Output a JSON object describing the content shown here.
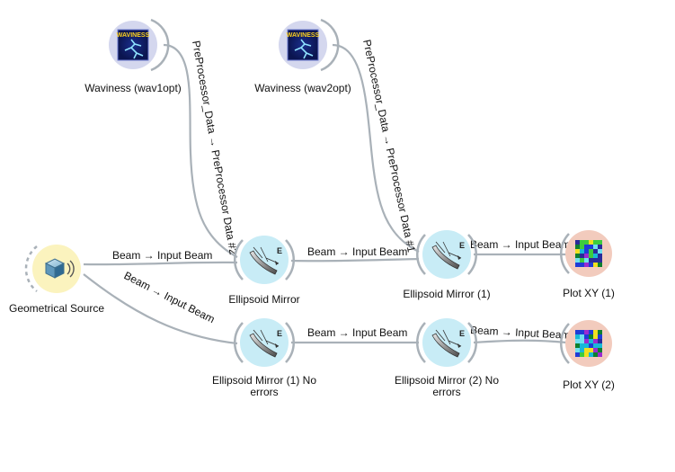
{
  "nodes": {
    "waviness1": {
      "label_lines": [
        "Waviness (wav1opt)"
      ],
      "icon": "waviness-icon",
      "icon_text": "WAVINESS"
    },
    "waviness2": {
      "label_lines": [
        "Waviness (wav2opt)"
      ],
      "icon": "waviness-icon",
      "icon_text": "WAVINESS"
    },
    "source": {
      "label_lines": [
        "Geometrical Source"
      ],
      "icon": "geometrical-source-icon"
    },
    "mirror": {
      "label_lines": [
        "Ellipsoid Mirror"
      ],
      "icon": "ellipsoid-mirror-icon",
      "icon_text": "E"
    },
    "mirror1": {
      "label_lines": [
        "Ellipsoid Mirror (1)"
      ],
      "icon": "ellipsoid-mirror-icon",
      "icon_text": "E"
    },
    "mirror1_noerr": {
      "label_lines": [
        "Ellipsoid Mirror (1) No",
        "errors"
      ],
      "icon": "ellipsoid-mirror-icon",
      "icon_text": "E"
    },
    "mirror2_noerr": {
      "label_lines": [
        "Ellipsoid Mirror (2) No",
        "errors"
      ],
      "icon": "ellipsoid-mirror-icon",
      "icon_text": "E"
    },
    "plot1": {
      "label_lines": [
        "Plot XY (1)"
      ],
      "icon": "plot-xy-icon"
    },
    "plot2": {
      "label_lines": [
        "Plot XY (2)"
      ],
      "icon": "plot-xy-icon"
    }
  },
  "links": {
    "wav1_to_mirror": "PreProcessor_Data → PreProcessor Data #2",
    "wav2_to_mirror1": "PreProcessor_Data → PreProcessor Data #1",
    "source_to_mirror": "Beam → Input Beam",
    "source_to_mirror1_noerr": "Beam → Input Beam",
    "mirror_to_mirror1": "Beam → Input Beam",
    "mirror1noerr_to_mirror2noerr": "Beam → Input Beam",
    "mirror1_to_plot1": "Beam → Input Beam",
    "mirror2noerr_to_plot2": "Beam → Input Beam"
  },
  "colors": {
    "link": "#a9b1b8",
    "waviness_bg": "#d4d7ee",
    "source_bg": "#fbf3be",
    "mirror_bg": "#c8ecf6",
    "plot_bg": "#f2cbbd",
    "node_arc": "#a9b1b8"
  }
}
